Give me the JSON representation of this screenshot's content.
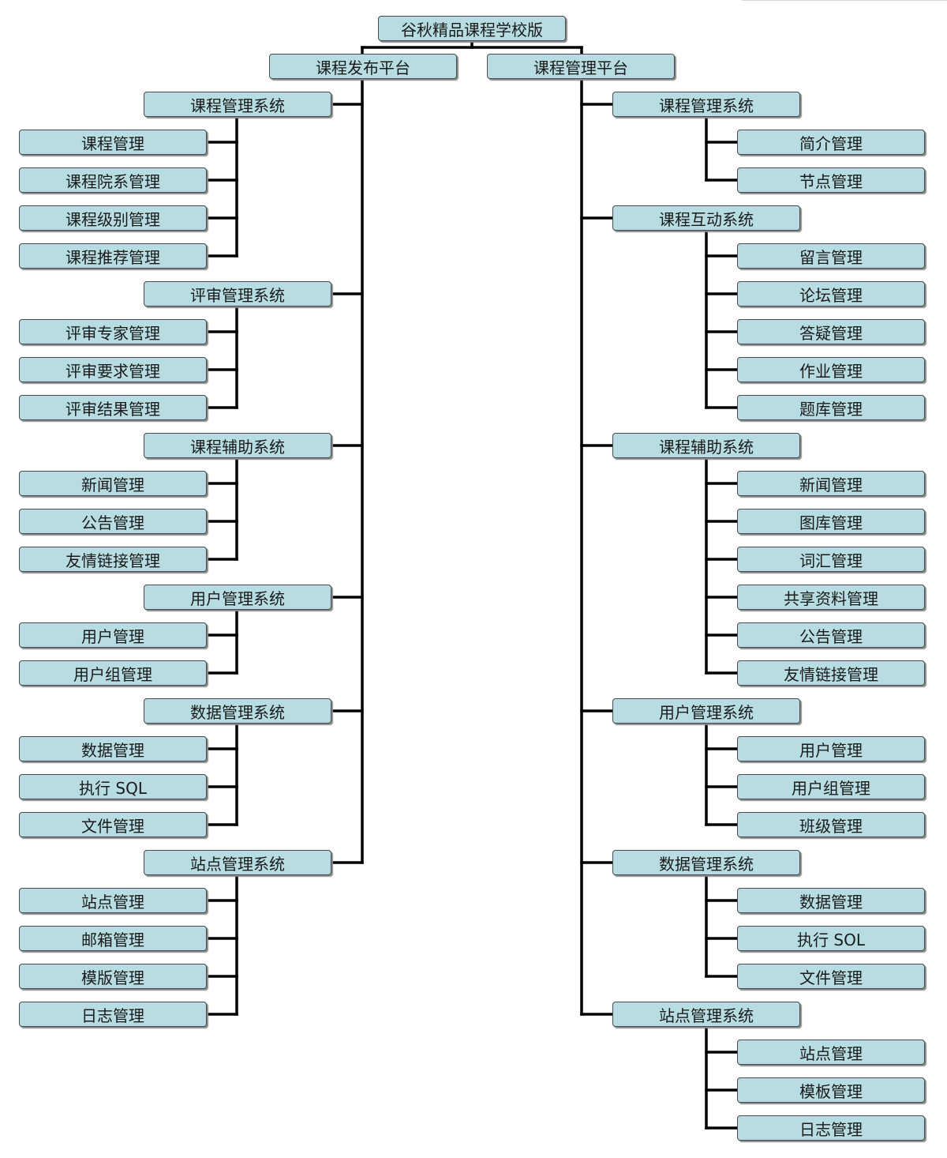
{
  "root": {
    "label": "谷秋精品课程学校版"
  },
  "platforms": [
    {
      "label": "课程发布平台",
      "systems": [
        {
          "label": "课程管理系统",
          "items": [
            "课程管理",
            "课程院系管理",
            "课程级别管理",
            "课程推荐管理"
          ]
        },
        {
          "label": "评审管理系统",
          "items": [
            "评审专家管理",
            "评审要求管理",
            "评审结果管理"
          ]
        },
        {
          "label": "课程辅助系统",
          "items": [
            "新闻管理",
            "公告管理",
            "友情链接管理"
          ]
        },
        {
          "label": "用户管理系统",
          "items": [
            "用户管理",
            "用户组管理"
          ]
        },
        {
          "label": "数据管理系统",
          "items": [
            "数据管理",
            "执行 SQL",
            "文件管理"
          ]
        },
        {
          "label": "站点管理系统",
          "items": [
            "站点管理",
            "邮箱管理",
            "模版管理",
            "日志管理"
          ]
        }
      ]
    },
    {
      "label": "课程管理平台",
      "systems": [
        {
          "label": "课程管理系统",
          "items": [
            "简介管理",
            "节点管理"
          ]
        },
        {
          "label": "课程互动系统",
          "items": [
            "留言管理",
            "论坛管理",
            "答疑管理",
            "作业管理",
            "题库管理"
          ]
        },
        {
          "label": "课程辅助系统",
          "items": [
            "新闻管理",
            "图库管理",
            "词汇管理",
            "共享资料管理",
            "公告管理",
            "友情链接管理"
          ]
        },
        {
          "label": "用户管理系统",
          "items": [
            "用户管理",
            "用户组管理",
            "班级管理"
          ]
        },
        {
          "label": "数据管理系统",
          "items": [
            "数据管理",
            "执行 SOL",
            "文件管理"
          ]
        },
        {
          "label": "站点管理系统",
          "items": [
            "站点管理",
            "模板管理",
            "日志管理"
          ]
        }
      ]
    }
  ]
}
